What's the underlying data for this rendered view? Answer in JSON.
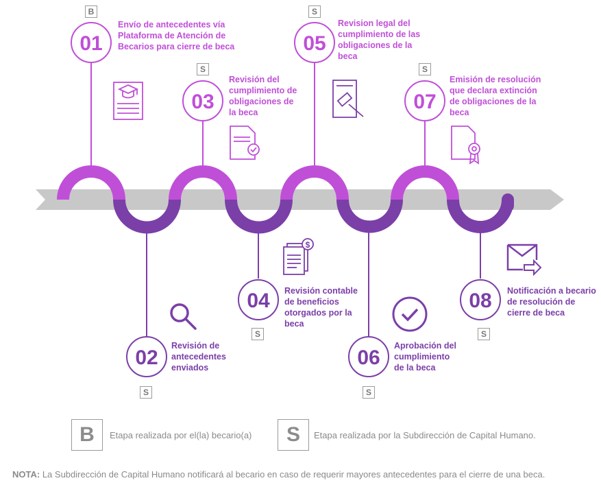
{
  "steps": [
    {
      "number": "01",
      "text": "Envío de antecedentes vía Plataforma de Atención de Becarios para cierre de beca",
      "badge": "B",
      "icon": "document-graduation-cap-icon"
    },
    {
      "number": "02",
      "text": "Revisión de antecedentes enviados",
      "badge": "S",
      "icon": "magnifier-icon"
    },
    {
      "number": "03",
      "text": "Revisión del cumplimiento de obligaciones de la beca",
      "badge": "S",
      "icon": "document-check-icon"
    },
    {
      "number": "04",
      "text": "Revisión contable de beneficios otorgados por la beca",
      "badge": "S",
      "icon": "document-dollar-icon"
    },
    {
      "number": "05",
      "text": "Revision legal del cumplimiento de las obligaciones de la beca",
      "badge": "S",
      "icon": "gavel-document-icon"
    },
    {
      "number": "06",
      "text": "Aprobación del cumplimiento de la beca",
      "badge": "S",
      "icon": "check-circle-icon"
    },
    {
      "number": "07",
      "text": "Emisión de resolución que declara extinción de obligaciones de la beca",
      "badge": "S",
      "icon": "document-seal-icon"
    },
    {
      "number": "08",
      "text": "Notificación a becario de resolución de cierre de beca",
      "badge": "S",
      "icon": "envelope-send-icon"
    }
  ],
  "legend": {
    "b_letter": "B",
    "b_text": "Etapa realizada por el(la) becario(a)",
    "s_letter": "S",
    "s_text": "Etapa realizada por la Subdirección de Capital Humano."
  },
  "note": {
    "prefix": "NOTA:",
    "text": "La Subdirección de Capital Humano notificará al becario en caso de requerir mayores antecedentes para el cierre de una beca."
  },
  "colors": {
    "light_purple": "#c04fd8",
    "dark_purple": "#7b3fa8",
    "arrow_gray": "#c8c8c8"
  }
}
